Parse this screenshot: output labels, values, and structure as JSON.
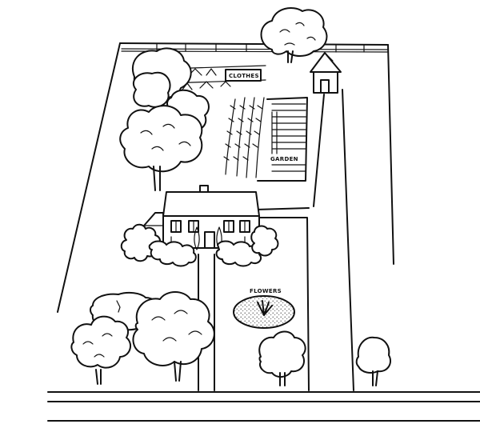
{
  "labels": {
    "clothes": "CLOTHES",
    "garden": "GARDEN",
    "flowers": "FLOWERS"
  },
  "colors": {
    "ink": "#111111",
    "paper": "#ffffff"
  }
}
